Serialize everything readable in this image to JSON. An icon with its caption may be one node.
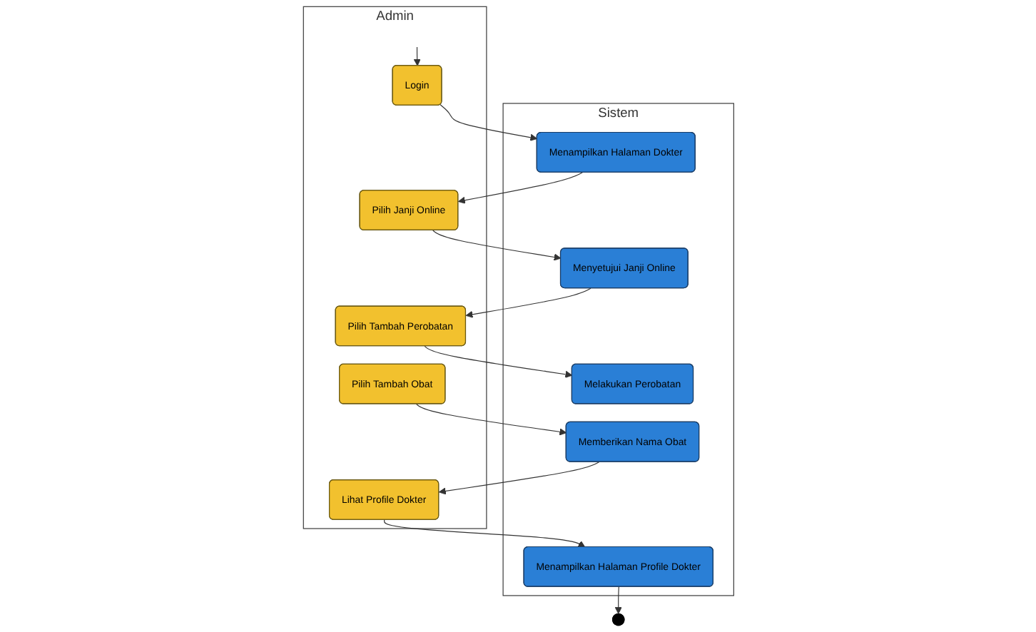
{
  "diagram": {
    "nodes": [
      {
        "text": [
          "Admin"
        ]
      },
      {
        "text": [
          "Login"
        ],
        "in": 0
      },
      {
        "text": [
          "Pilih Janji Online"
        ],
        "in": 0
      },
      {
        "text": [
          "Pilih Tambah Perobatan"
        ],
        "in": 0
      },
      {
        "text": [
          "Pilih Tambah Obat"
        ],
        "in": 0
      },
      {
        "text": [
          "Lihat Profile Dokter"
        ],
        "in": 0
      },
      {
        "text": [
          "Sistem"
        ]
      },
      {
        "text": [
          "Menampilkan Halaman Dokter"
        ],
        "in": 6
      },
      {
        "text": [
          "Menyetujui Janji Online"
        ],
        "in": 6
      },
      {
        "text": [
          "Melakukan Perobatan"
        ],
        "in": 6
      },
      {
        "text": [
          "Memberikan Nama Obat"
        ],
        "in": 6
      },
      {
        "text": [
          "Menampilkan Halaman Profile Dokter"
        ],
        "in": 6
      },
      {
        "text": [],
        "shape": "circle"
      }
    ],
    "edges": [
      {
        "from": null,
        "to": 1,
        "arrow": "to"
      },
      {
        "from": 1,
        "to": 7,
        "arrow": "to"
      },
      {
        "from": 7,
        "to": 2,
        "arrow": "to"
      },
      {
        "from": 2,
        "to": 8,
        "arrow": "to"
      },
      {
        "from": 8,
        "to": 3,
        "arrow": "to"
      },
      {
        "from": 3,
        "to": 9,
        "arrow": "to"
      },
      {
        "from": 4,
        "to": 10,
        "arrow": "to"
      },
      {
        "from": 10,
        "to": 5,
        "arrow": "to"
      },
      {
        "from": 5,
        "to": 11,
        "arrow": "to"
      },
      {
        "from": 11,
        "to": 12,
        "arrow": "to"
      }
    ]
  }
}
